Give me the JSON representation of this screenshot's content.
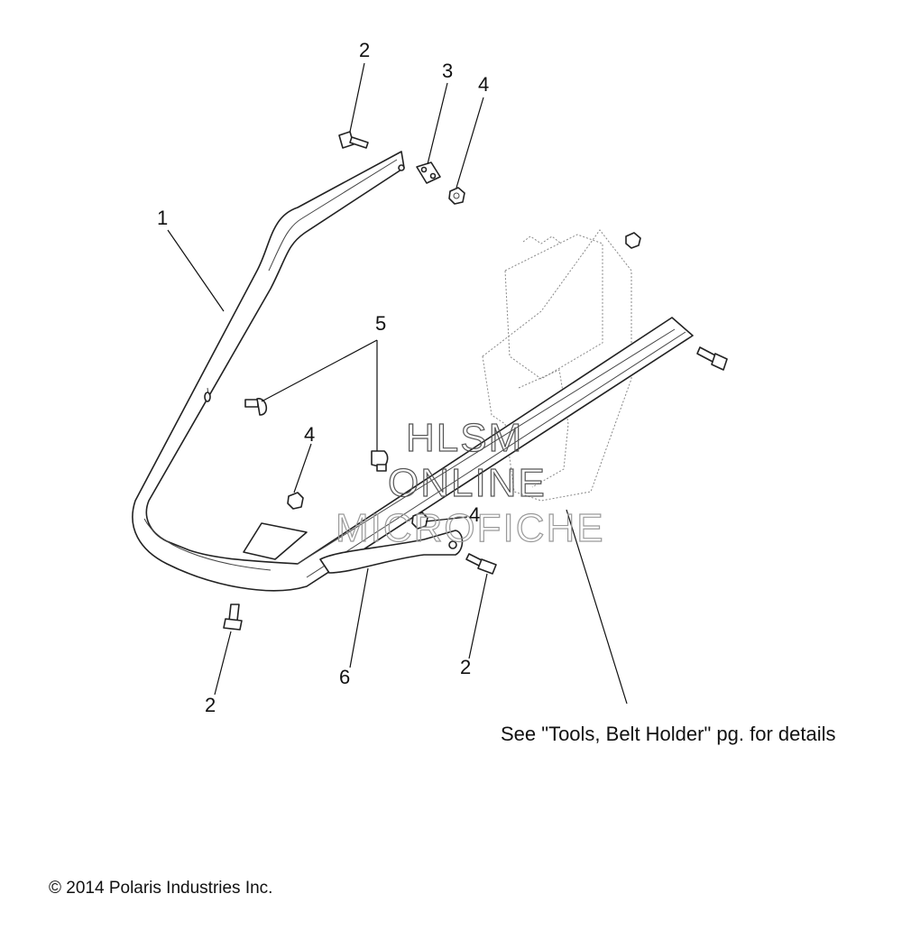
{
  "callouts": {
    "c1": "1",
    "c2_top": "2",
    "c3": "3",
    "c4_top": "4",
    "c5": "5",
    "c4_mid": "4",
    "c4_right": "4",
    "c2_bottom_left": "2",
    "c6": "6",
    "c2_bottom_right": "2"
  },
  "note": "See \"Tools, Belt Holder\" pg. for details",
  "watermark": {
    "line1": "HLSM",
    "line2": "ONLINE",
    "line3": "MICROFICHE"
  },
  "copyright": "© 2014 Polaris Industries Inc."
}
